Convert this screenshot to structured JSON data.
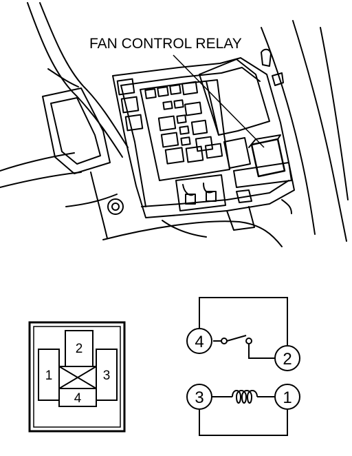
{
  "callout": {
    "label": "FAN CONTROL RELAY"
  },
  "connector_view": {
    "pins": [
      {
        "id": "pin-2",
        "label": "2"
      },
      {
        "id": "pin-1",
        "label": "1"
      },
      {
        "id": "pin-3",
        "label": "3"
      },
      {
        "id": "pin-4",
        "label": "4"
      }
    ]
  },
  "schematic": {
    "terminals": [
      {
        "id": "terminal-4",
        "label": "4"
      },
      {
        "id": "terminal-2",
        "label": "2"
      },
      {
        "id": "terminal-3",
        "label": "3"
      },
      {
        "id": "terminal-1",
        "label": "1"
      }
    ]
  }
}
